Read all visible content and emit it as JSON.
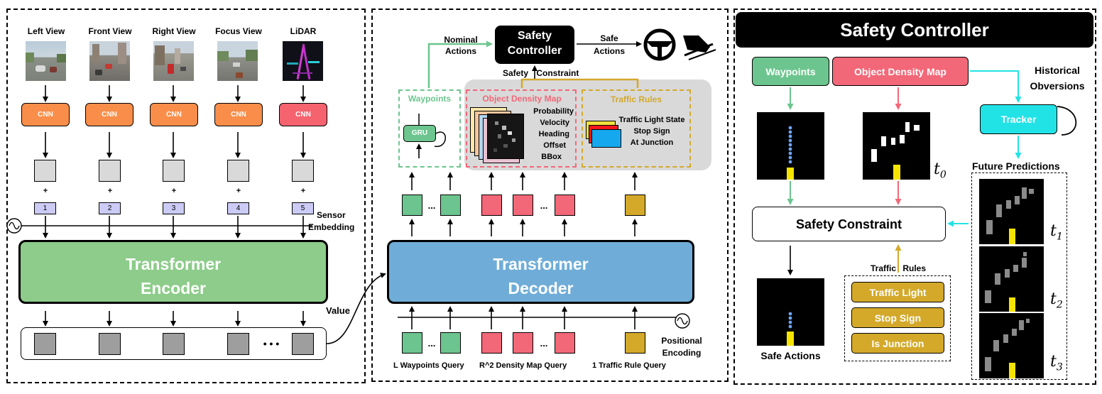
{
  "encoder_panel": {
    "views": [
      "Left View",
      "Front View",
      "Right View",
      "Focus View",
      "LiDAR"
    ],
    "cnn_label": "CNN",
    "plus": "+",
    "sensor_ids": [
      "1",
      "2",
      "3",
      "4",
      "5"
    ],
    "sensor_embedding": [
      "Sensor",
      "Embedding"
    ],
    "encoder_title": [
      "Transformer",
      "Encoder"
    ],
    "ellipsis": "• • •",
    "value_label": "Value"
  },
  "decoder_panel": {
    "safety_controller": [
      "Safety",
      "Controller"
    ],
    "nominal_actions": [
      "Nominal",
      "Actions"
    ],
    "safe_actions": [
      "Safe",
      "Actions"
    ],
    "safety_constraint_label": "Safety Constraint",
    "waypoints_label": "Waypoints",
    "gru_label": "GRU",
    "density_map_label": "Object Density Map",
    "density_attributes": [
      "Probability",
      "Velocity",
      "Heading",
      "Offset",
      "BBox"
    ],
    "traffic_rules_label": "Traffic Rules",
    "traffic_rule_items": [
      "Traffic Light State",
      "Stop Sign",
      "At Junction"
    ],
    "decoder_title": [
      "Transformer",
      "Decoder"
    ],
    "dots": "...",
    "positional_encoding": [
      "Positional",
      "Encoding"
    ],
    "queries": {
      "waypoints": "L Waypoints Query",
      "density": "R^2 Density Map Query",
      "traffic": "1 Traffic Rule Query"
    }
  },
  "safety_panel": {
    "title": "Safety Controller",
    "waypoints": "Waypoints",
    "density_map": "Object Density Map",
    "historical": [
      "Historical",
      "Obversions"
    ],
    "tracker": "Tracker",
    "future_predictions": "Future Predictions",
    "safety_constraint": "Safety Constraint",
    "safe_actions": "Safe Actions",
    "traffic_rules": "Traffic Rules",
    "rule_buttons": [
      "Traffic Light",
      "Stop Sign",
      "Is Junction"
    ],
    "time_labels": [
      "t",
      "0",
      "1",
      "2",
      "3"
    ]
  },
  "colors": {
    "cnn_orange": "#f98e4a",
    "cnn_red": "#f5636f",
    "encoder_green": "#8dcc8a",
    "decoder_blue": "#6fadd8",
    "waypoint_green": "#6cc58e",
    "density_pink": "#f26878",
    "rule_gold": "#d4a92a",
    "tracker_cyan": "#21e3e6",
    "sensor_lavender": "#cbcbf6",
    "waypoint_dots": "#6fa3f2",
    "ego_yellow": "#f5e400"
  }
}
